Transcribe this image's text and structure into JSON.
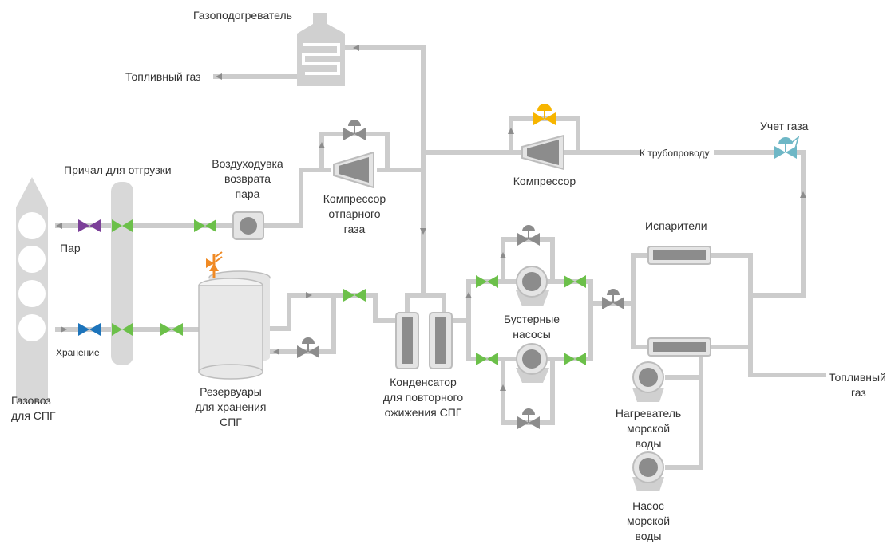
{
  "labels": {
    "gas_heater": "Газоподогреватель",
    "fuel_gas_top": "Топливный газ",
    "loading_berth": "Причал для отгрузки",
    "vapour_line": "Пар",
    "storage_line": "Хранение",
    "carrier_line1": "Газовоз",
    "carrier_line2": "для СПГ",
    "blower_line1": "Воздуходувка",
    "blower_line2": "возврата",
    "blower_line3": "пара",
    "bog_comp_line1": "Компрессор",
    "bog_comp_line2": "отпарного",
    "bog_comp_line3": "газа",
    "tanks_line1": "Резервуары",
    "tanks_line2": "для хранения",
    "tanks_line3": "СПГ",
    "condenser_line1": "Конденсатор",
    "condenser_line2": "для повторного",
    "condenser_line3": "ожижения СПГ",
    "booster_line1": "Бустерные",
    "booster_line2": "насосы",
    "compressor": "Компрессор",
    "to_pipeline": "К трубопроводу",
    "metering": "Учет газа",
    "vaporizers": "Испарители",
    "fuel_gas_right1": "Топливный",
    "fuel_gas_right2": "газ",
    "sw_heater_line1": "Нагреватель",
    "sw_heater_line2": "морской",
    "sw_heater_line3": "воды",
    "sw_pump_line1": "Насос",
    "sw_pump_line2": "морской",
    "sw_pump_line3": "воды"
  },
  "colors": {
    "pipe": "#cccccc",
    "valve_green": "#6cc04a",
    "valve_purple": "#7b3f98",
    "valve_blue": "#1d74bb",
    "valve_yellow": "#f7b500",
    "valve_teal": "#6eb7c6",
    "relief_orange": "#f08a24",
    "equipment": "#e4e4e4",
    "equipment_dark": "#8c8c8c"
  }
}
